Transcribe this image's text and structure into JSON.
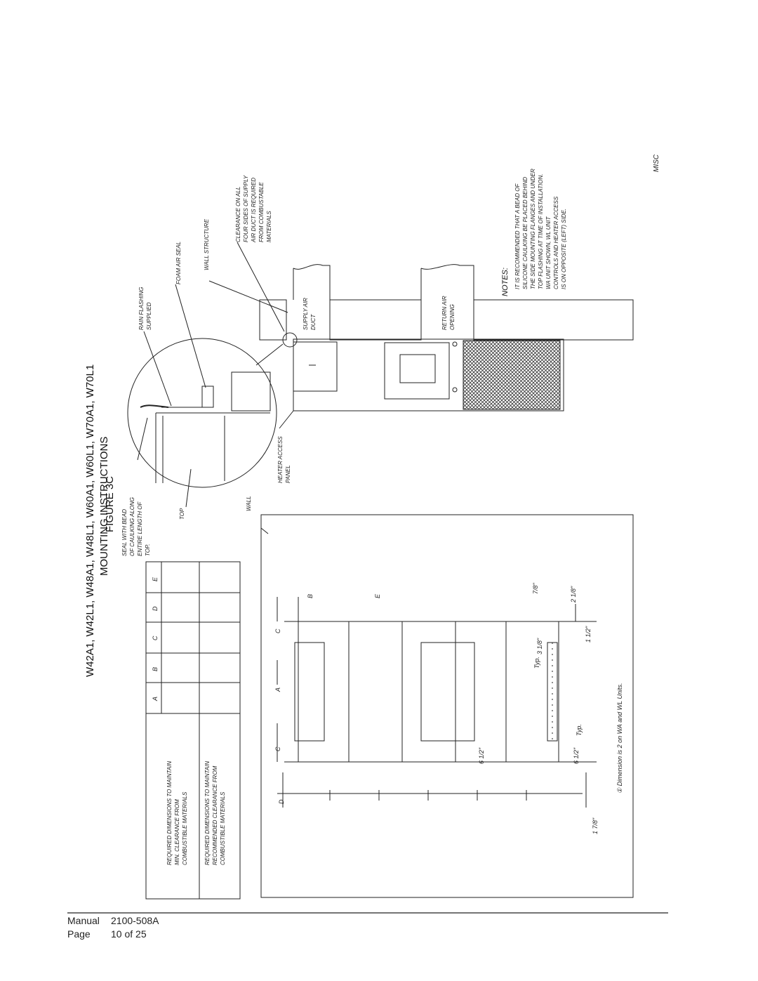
{
  "figure": {
    "label": "FIGURE  3C",
    "models": "W42A1, W42L1, W48A1, W48L1, W60A1, W60L1, W70A1, W70L1",
    "subtitle": "MOUNTING INSTRUCTIONS"
  },
  "table": {
    "headers": [
      "A",
      "B",
      "C",
      "D",
      "E"
    ],
    "rows": [
      {
        "label": [
          "REQUIRED DIMENSIONS TO MAINTAIN",
          "MIN. CLEARANCE FROM",
          "COMBUSTIBLE MATERIALS"
        ]
      },
      {
        "label": [
          "REQUIRED DIMENSIONS TO MAINTAIN",
          "RECOMMENDED CLEARANCE FROM",
          "COMBUSTIBLE MATERIALS"
        ]
      }
    ]
  },
  "callouts": {
    "seal": [
      "SEAL WITH BEAD",
      "OF CAULKING ALONG",
      "ENTIRE LENGTH OF",
      "TOP."
    ],
    "top": "TOP",
    "rain": [
      "RAIN FLASHING",
      "SUPPLIED"
    ],
    "foam": "FOAM AIR SEAL",
    "wall_structure": "WALL STRUCTURE",
    "clearance": [
      "CLEARANCE ON ALL",
      "FOUR SIDES OF SUPPLY",
      "AIR DUCT IS REQUIRED",
      "FROM COMBUSTABLE",
      "MATERIALS"
    ],
    "wall": "WALL",
    "heater_panel": [
      "HEATER ACCESS",
      "PANEL"
    ],
    "supply_duct": [
      "SUPPLY AIR",
      "DUCT"
    ],
    "return_opening": [
      "RETURN AIR",
      "OPENING"
    ]
  },
  "notes": {
    "heading": "NOTES:",
    "lines": [
      "IT IS RECOMMENDED THAT A BEAD OF",
      "SILICONE CAULKING BE PLACED BEHIND",
      "THE SIDE MOUNTING FLANGES AND UNDER",
      "TOP FLASHING AT TIME OF INSTALLATION.",
      "",
      "WA UNIT SHOWN, WL UNIT",
      "CONTROLS AND HEATER ACCESS",
      "IS ON OPPOSITE (LEFT) SIDE."
    ]
  },
  "dimensions": {
    "a": "A",
    "b": "B",
    "c": "C",
    "d": "D",
    "e": "E",
    "six_half": "6 1/2\"",
    "one_half": "1 1/2\"",
    "one_seven_eighths": "1 7/8\"",
    "three_eighth": "3 1/8\"",
    "two_eighth": "2 1/8\"",
    "seven_eighth": "7/8\"",
    "typ": "Typ.",
    "footnote": "① Dimension is 2 on WA and WL Units."
  },
  "side_code": "MISC",
  "footer": {
    "manual_label": "Manual",
    "manual_number": "2100-508A",
    "page_label": "Page",
    "page_number": "10 of 25"
  }
}
